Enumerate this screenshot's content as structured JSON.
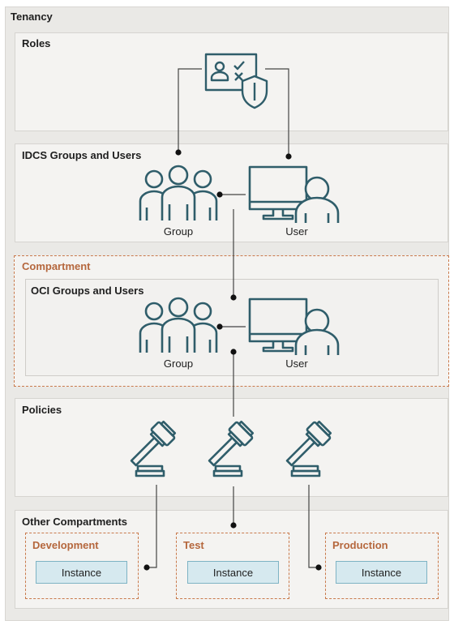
{
  "tenancy": {
    "label": "Tenancy"
  },
  "roles": {
    "label": "Roles"
  },
  "idcs": {
    "label": "IDCS Groups and Users",
    "group_label": "Group",
    "user_label": "User"
  },
  "compartment": {
    "label": "Compartment"
  },
  "oci": {
    "label": "OCI Groups and Users",
    "group_label": "Group",
    "user_label": "User"
  },
  "policies": {
    "label": "Policies"
  },
  "other_compartments": {
    "label": "Other Compartments",
    "items": [
      {
        "label": "Development",
        "instance": "Instance"
      },
      {
        "label": "Test",
        "instance": "Instance"
      },
      {
        "label": "Production",
        "instance": "Instance"
      }
    ]
  },
  "colors": {
    "icon": "#2f5d6a",
    "accent": "#b5673d",
    "instance_fill": "#d6e9ef",
    "instance_border": "#7eb3c4",
    "line": "#444444"
  },
  "icons": [
    "roles-badge-shield-icon",
    "group-icon",
    "user-monitor-icon",
    "gavel-icon"
  ]
}
